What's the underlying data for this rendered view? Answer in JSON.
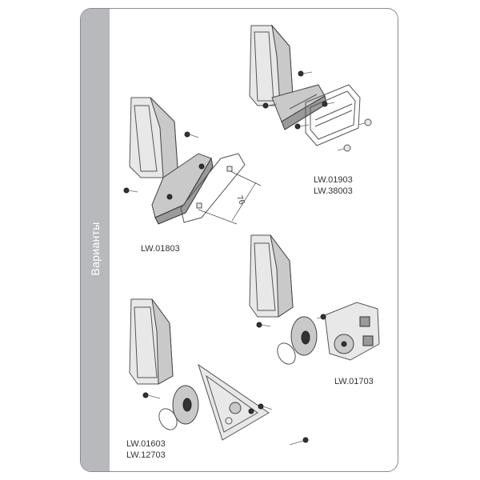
{
  "sidebar": {
    "label": "Варианты"
  },
  "variants": [
    {
      "id": "v1",
      "lines": [
        "LW.01903",
        "LW.38003"
      ]
    },
    {
      "id": "v2",
      "lines": [
        "LW.01803"
      ]
    },
    {
      "id": "v3",
      "lines": [
        "LW.01703"
      ]
    },
    {
      "id": "v4",
      "lines": [
        "LW.01603",
        "LW.12703"
      ]
    }
  ],
  "dimension": {
    "value": "76"
  },
  "colors": {
    "sidebar": "#b7b9bc",
    "border": "#8a8a8a",
    "line": "#555555"
  }
}
